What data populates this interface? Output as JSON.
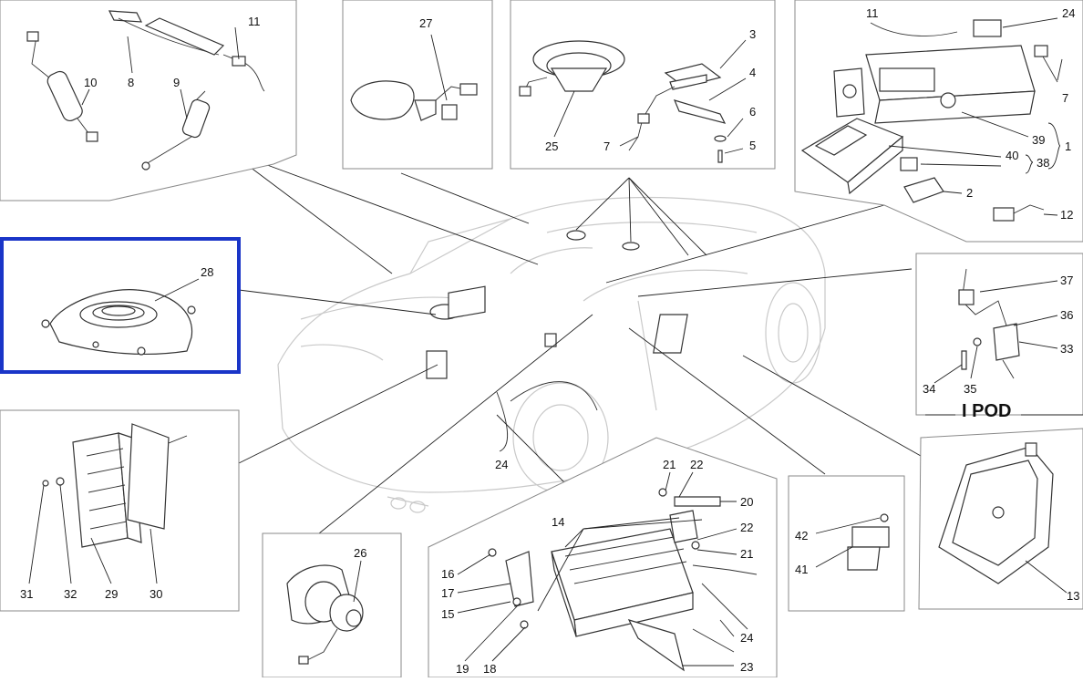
{
  "diagram": {
    "highlight_color": "#1a35c8",
    "ipod_label": "I POD",
    "labels": {
      "l11a": "11",
      "l8": "8",
      "l10": "10",
      "l9": "9",
      "l27": "27",
      "l3": "3",
      "l4": "4",
      "l6": "6",
      "l5": "5",
      "l25": "25",
      "l7a": "7",
      "l11b": "11",
      "l24a": "24",
      "l7b": "7",
      "l39": "39",
      "l40": "40",
      "l38": "38",
      "l1": "1",
      "l2": "2",
      "l12": "12",
      "l28": "28",
      "l37": "37",
      "l36": "36",
      "l33": "33",
      "l34": "34",
      "l35": "35",
      "l31": "31",
      "l32": "32",
      "l29": "29",
      "l30": "30",
      "l24b": "24",
      "l26": "26",
      "l14": "14",
      "l21a": "21",
      "l22a": "22",
      "l20": "20",
      "l22b": "22",
      "l21b": "21",
      "l16": "16",
      "l17": "17",
      "l15": "15",
      "l19": "19",
      "l18": "18",
      "l24c": "24",
      "l23": "23",
      "l42": "42",
      "l41": "41",
      "l13": "13"
    }
  }
}
